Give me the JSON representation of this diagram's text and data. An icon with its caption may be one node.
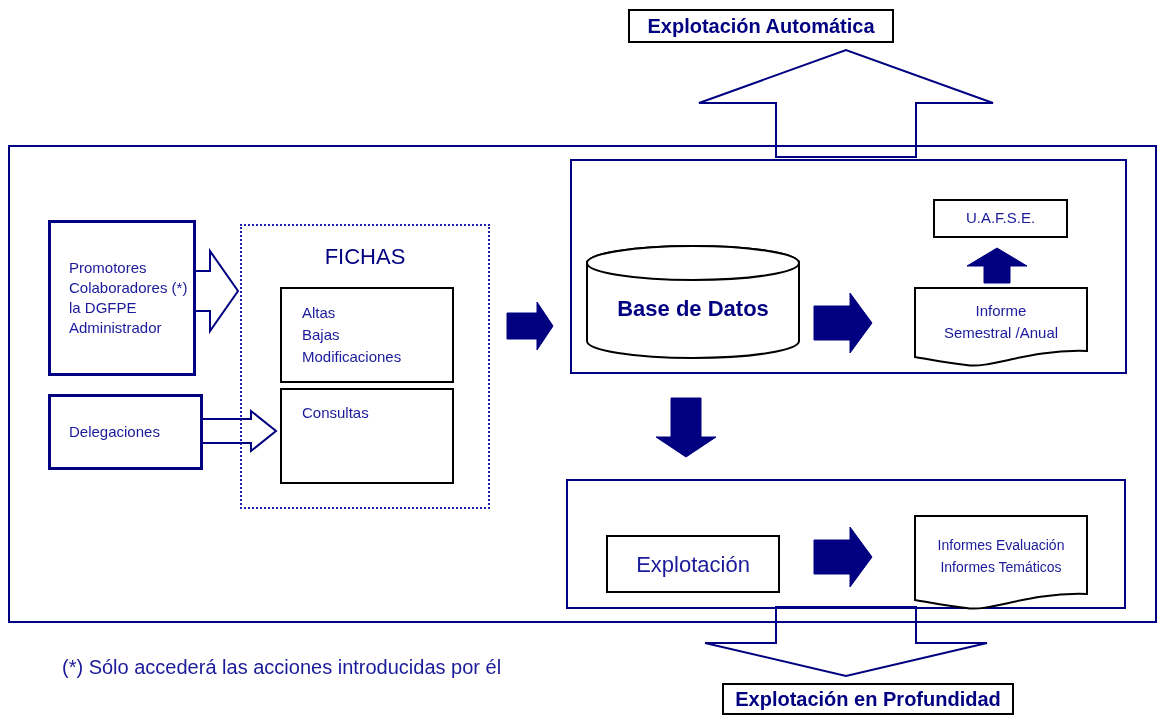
{
  "diagram": {
    "nodes": [
      {
        "text": [],
        "shape": "box"
      },
      {
        "text": [
          "Promotores",
          "Colaboradores (*)",
          "la DGFPE",
          "Administrador"
        ],
        "in": 0
      },
      {
        "text": [
          "Delegaciones"
        ],
        "in": 0
      },
      {
        "text": [
          "FICHAS"
        ],
        "in": 0
      },
      {
        "text": [
          "Altas",
          "Bajas",
          "Modificaciones"
        ],
        "in": 3
      },
      {
        "text": [
          "Consultas"
        ],
        "in": 3
      },
      {
        "text": [],
        "shape": "box",
        "in": 0
      },
      {
        "text": [
          "Base de Datos"
        ],
        "in": 6
      },
      {
        "text": [
          "U.A.F.S.E."
        ],
        "in": 6
      },
      {
        "text": [
          "Informe Semestral /Anual"
        ],
        "in": 6
      },
      {
        "text": [],
        "shape": "box",
        "in": 0
      },
      {
        "text": [
          "Explotación"
        ],
        "in": 10
      },
      {
        "text": [
          "Informes Evaluación",
          "Informes Temáticos"
        ],
        "in": 10
      },
      {
        "text": [
          "Explotación Automática"
        ]
      },
      {
        "text": [
          "Explotación en Profundidad"
        ]
      }
    ],
    "edges": [
      {
        "from": 1,
        "to": 3,
        "arrow": "to"
      },
      {
        "from": 2,
        "to": 5,
        "arrow": "to"
      },
      {
        "from": 3,
        "to": 6,
        "arrow": "to"
      },
      {
        "from": 7,
        "to": 9,
        "arrow": "to"
      },
      {
        "from": 9,
        "to": 8,
        "arrow": "to"
      },
      {
        "from": 6,
        "to": 10,
        "arrow": "to"
      },
      {
        "from": 11,
        "to": 12,
        "arrow": "to"
      },
      {
        "from": 6,
        "to": 13,
        "arrow": "to"
      },
      {
        "from": 10,
        "to": 14,
        "arrow": "to"
      }
    ],
    "labels": [
      "(*) Sólo accederá las acciones introducidas por él"
    ]
  }
}
